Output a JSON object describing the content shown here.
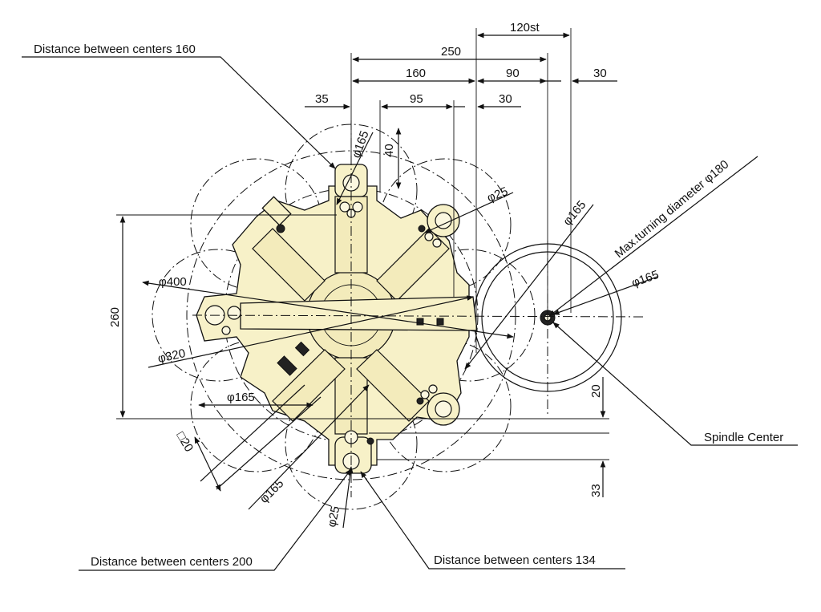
{
  "callouts": {
    "distance_160": "Distance between centers 160",
    "distance_200": "Distance between centers 200",
    "distance_134": "Distance between centers 134",
    "spindle_center": "Spindle Center",
    "max_turning": "Max.turning diameter φ180"
  },
  "dimensions": {
    "d_120st": "120st",
    "d_250": "250",
    "d_160": "160",
    "d_90": "90",
    "d_30_top": "30",
    "d_35": "35",
    "d_95": "95",
    "d_30_mid": "30",
    "d_260": "260",
    "d_40": "40",
    "d_20_right": "20",
    "d_33": "33",
    "d_sq20": "□20",
    "phi165_top": "φ165",
    "phi25_top": "φ25",
    "phi165_upper_right": "φ165",
    "phi165_spindle": "φ165",
    "phi400": "φ400",
    "phi320": "φ320",
    "phi165_left": "φ165",
    "phi165_bottom": "φ165",
    "phi25_bottom": "φ25"
  },
  "colors": {
    "turret_fill": "#f7f1c8",
    "line": "#111111"
  }
}
